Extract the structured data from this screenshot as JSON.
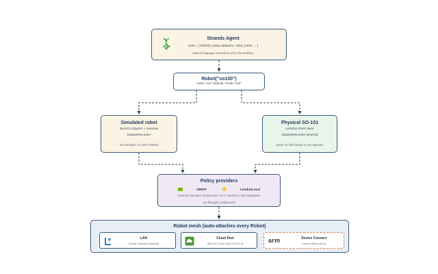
{
  "agent": {
    "title": "Strands Agent",
    "tools": "tools = [ Robot(), policy adapters, robot_mesh, ... ]",
    "note": "Natural-language instructions drive the workflow",
    "icon": "dna-helix-icon"
  },
  "robot": {
    "title": "Robot(\"so100\")",
    "modes": "mode=\"sim\" (default) / mode=\"real\""
  },
  "simulated": {
    "title": "Simulated robot",
    "lines": [
      "MuJoCo physics + cameras",
      "DatasetRecorder"
    ],
    "note": "No hardware, no GPU needed"
  },
  "physical": {
    "title": "Physical SO-101",
    "lines": [
      "LeRobot driver layer",
      "DatasetRecorder (shared)"
    ],
    "note": "Same on-disk format as sim datasets"
  },
  "policy": {
    "title": "Policy providers",
    "providers": [
      {
        "name": "GR00T",
        "icon": "nvidia-icon"
      },
      {
        "name": "LerobotLocal",
        "icon": "huggingface-icon"
      }
    ],
    "note_lines": [
      "Common interface: MolmoAct2 / ACT / SmolVLA / all checkpoints",
      "run through LerobotLocal"
    ]
  },
  "mesh": {
    "title": "Robot mesh (auto-attaches every Robot)",
    "cards": [
      {
        "name": "LAN",
        "desc": "Zenoh multicast (default)",
        "icon": "lan-icon"
      },
      {
        "name": "Cloud fleet",
        "desc": "AWS IoT Core (MQTT/mTLS)",
        "icon": "cloud-fleet-icon"
      },
      {
        "name": "Device Connect",
        "desc": "Device fabric (Arm)",
        "icon": "arm-logo-icon",
        "logo_text": "arm"
      }
    ]
  },
  "colors": {
    "border": "#3d5a7a",
    "agent_fill": "#fbf3e4",
    "sim_fill": "#fbf3e4",
    "phys_fill": "#e9f4ea",
    "policy_fill": "#f1e8f6",
    "mesh_fill": "#e8eef5",
    "device_dash": "#e07b3a"
  }
}
